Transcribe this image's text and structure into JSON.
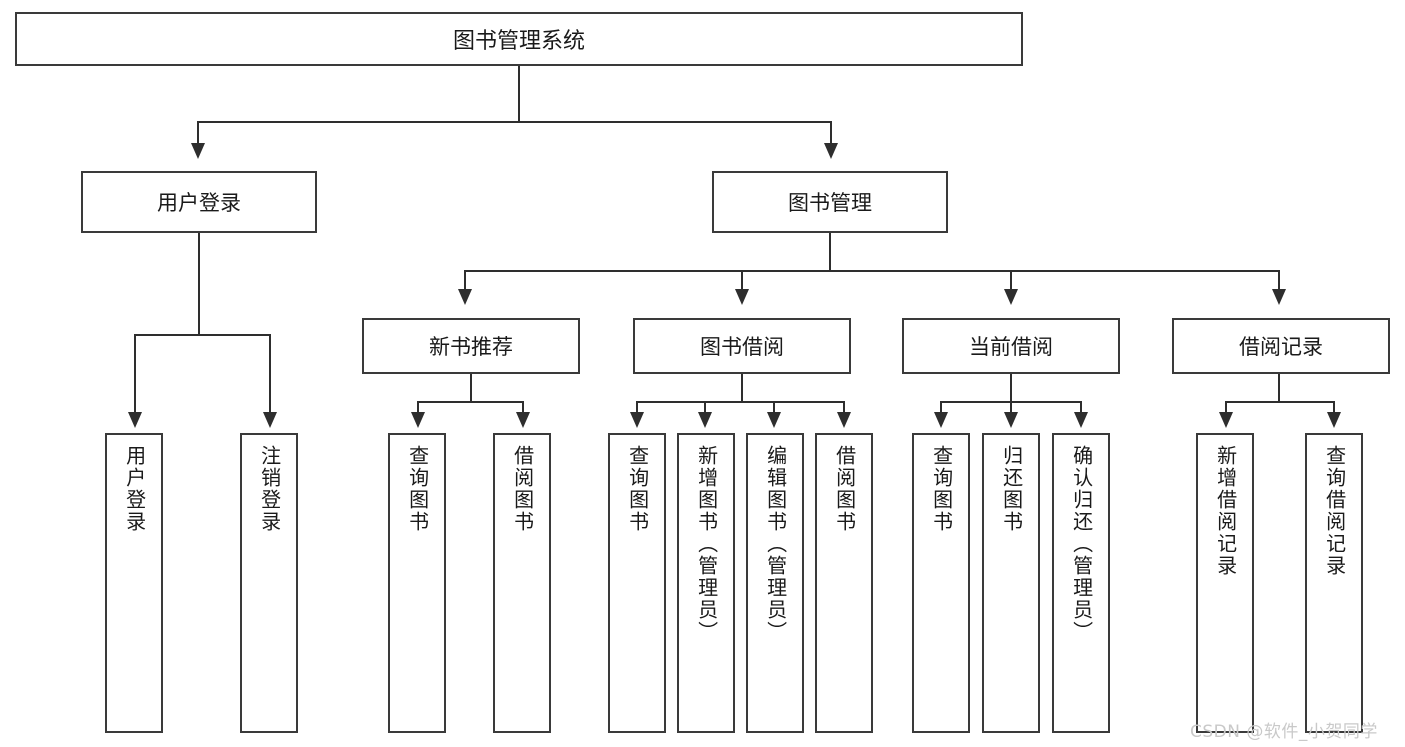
{
  "diagram": {
    "type": "tree",
    "title": "图书管理系统",
    "root": {
      "label": "图书管理系统"
    },
    "level2": [
      {
        "label": "用户登录"
      },
      {
        "label": "图书管理"
      }
    ],
    "level3": [
      {
        "label": "新书推荐"
      },
      {
        "label": "图书借阅"
      },
      {
        "label": "当前借阅"
      },
      {
        "label": "借阅记录"
      }
    ],
    "leaves": {
      "user_login": [
        {
          "label": "用户登录"
        },
        {
          "label": "注销登录"
        }
      ],
      "new_book_recommend": [
        {
          "label": "查询图书"
        },
        {
          "label": "借阅图书"
        }
      ],
      "book_borrow": [
        {
          "label": "查询图书"
        },
        {
          "label": "新增图书（管理员）"
        },
        {
          "label": "编辑图书（管理员）"
        },
        {
          "label": "借阅图书"
        }
      ],
      "current_borrow": [
        {
          "label": "查询图书"
        },
        {
          "label": "归还图书"
        },
        {
          "label": "确认归还（管理员）"
        }
      ],
      "borrow_record": [
        {
          "label": "新增借阅记录"
        },
        {
          "label": "查询借阅记录"
        }
      ]
    }
  },
  "watermark": {
    "text": "CSDN @软件_小贺同学"
  },
  "colors": {
    "background": "#ffffff",
    "box_border": "#3a3a3a",
    "connector": "#2e2e2e",
    "text": "#1a1a1a",
    "watermark": "#c9c9c9"
  }
}
